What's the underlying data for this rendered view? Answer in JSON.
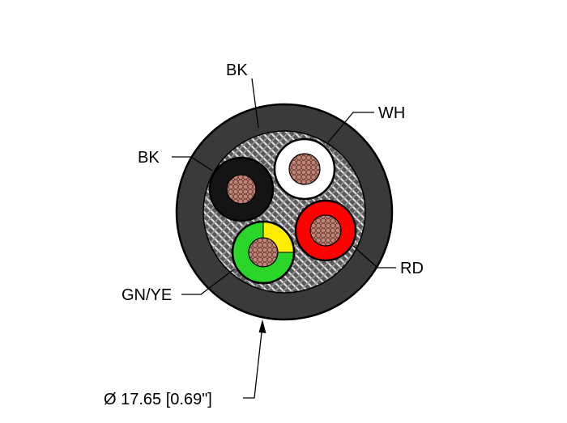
{
  "labels": {
    "jacket": "BK",
    "white": "WH",
    "black": "BK",
    "red": "RD",
    "green_yellow": "GN/YE",
    "diameter": "Ø 17.65 [0.69\"]"
  },
  "colors": {
    "jacket": "#3a3a3a",
    "black_core": "#141414",
    "white_core": "#ffffff",
    "red_core": "#ff0000",
    "green_core": "#2bd62b",
    "yellow_stripe": "#ffee00",
    "conductor": "#a46a5c",
    "shield": "#b9b9b9"
  }
}
